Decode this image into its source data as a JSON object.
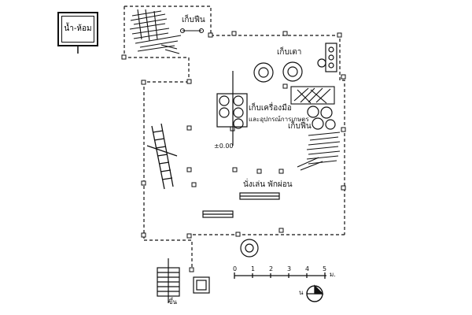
{
  "sign": {
    "label": "น้ำ-ห้อม"
  },
  "labels": {
    "firewood_storage_top": "เก็บฟืน",
    "stove_storage": "เก็บเตา",
    "wood_tools_storage": "เก็บเครื่องมือ",
    "farming_tools_line": "และอุปกรณ์การเกษตร",
    "firewood_storage_right": "เก็บฟืน",
    "sitting_area": "นั่งเล่น พักผ่อน",
    "level_mark": "±0.00",
    "stair_label": "ขึ้น",
    "north_label": "น"
  },
  "scale_bar": {
    "ticks": [
      "0",
      "1",
      "2",
      "3",
      "4",
      "5"
    ],
    "unit": "ม."
  },
  "icons": {
    "north_arrow": "north-arrow-icon",
    "ladder": "ladder-icon",
    "stair": "stair-icon",
    "stove": "stove-icon",
    "basket": "round-basket-icon"
  },
  "colors": {
    "ink": "#111111",
    "paper": "#ffffff"
  }
}
